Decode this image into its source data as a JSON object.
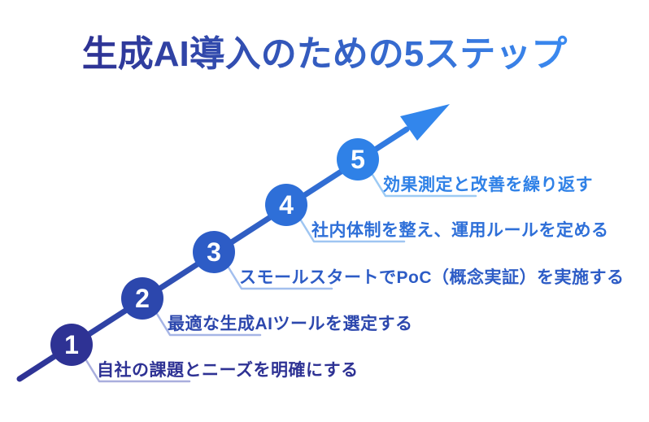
{
  "title": {
    "text": "生成AI導入のための5ステップ",
    "gradient_from": "#2e3192",
    "gradient_to": "#3a8bf2"
  },
  "arrow": {
    "line_gradient_from": "#2e3193",
    "line_gradient_to": "#3287ee",
    "head_color": "#3286ec"
  },
  "steps": [
    {
      "number": "1",
      "label": "自社の課題とニーズを明確にする",
      "circle_color": "#2e3294",
      "connector_color": "#a9aedd"
    },
    {
      "number": "2",
      "label": "最適な生成AIツールを選定する",
      "circle_color": "#2c47ad",
      "connector_color": "#a6b5e6"
    },
    {
      "number": "3",
      "label": "スモールスタートでPoC（概念実証）を実施する",
      "circle_color": "#2d5cc6",
      "connector_color": "#a3bfee"
    },
    {
      "number": "4",
      "label": "社内体制を整え、運用ルールを定める",
      "circle_color": "#2e6fd8",
      "connector_color": "#9fc6f2"
    },
    {
      "number": "5",
      "label": "効果測定と改善を繰り返す",
      "circle_color": "#2f81e7",
      "connector_color": "#9ccaf4"
    }
  ],
  "number_text_color": "#ffffff",
  "background_color": "#ffffff"
}
